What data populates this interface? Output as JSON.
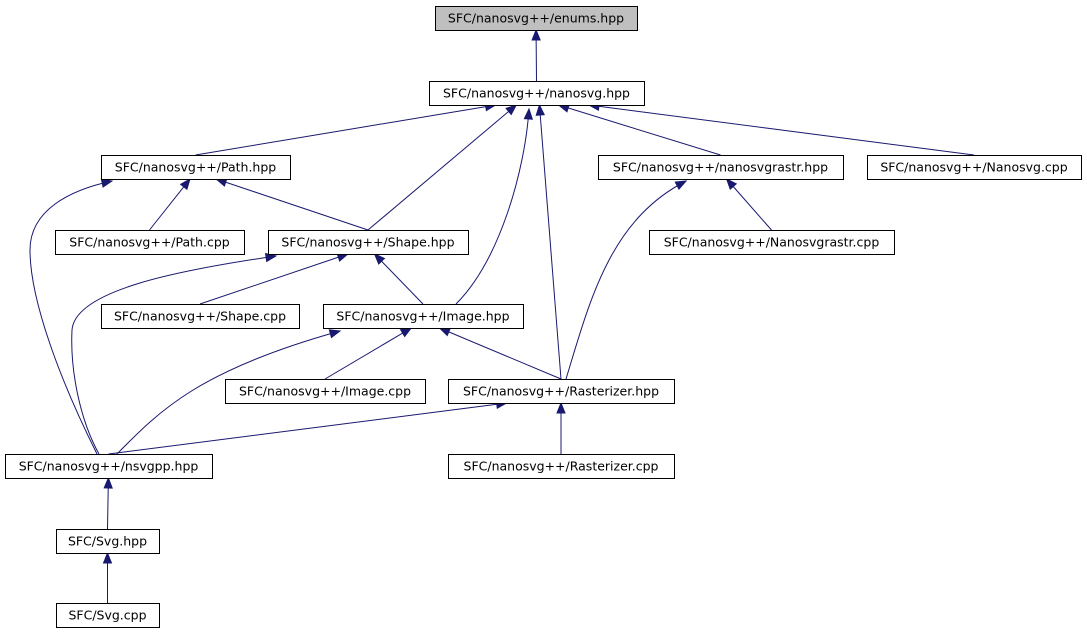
{
  "title": "",
  "nodes": [
    {
      "id": "enums",
      "label": "SFC/nanosvg++/enums.hpp",
      "highlight": true
    },
    {
      "id": "nanosvg_hpp",
      "label": "SFC/nanosvg++/nanosvg.hpp"
    },
    {
      "id": "path_hpp",
      "label": "SFC/nanosvg++/Path.hpp"
    },
    {
      "id": "nanosvgrastr_hpp",
      "label": "SFC/nanosvg++/nanosvgrastr.hpp"
    },
    {
      "id": "nanosvg_cpp",
      "label": "SFC/nanosvg++/Nanosvg.cpp"
    },
    {
      "id": "path_cpp",
      "label": "SFC/nanosvg++/Path.cpp"
    },
    {
      "id": "shape_hpp",
      "label": "SFC/nanosvg++/Shape.hpp"
    },
    {
      "id": "nanosvgrastr_cpp",
      "label": "SFC/nanosvg++/Nanosvgrastr.cpp"
    },
    {
      "id": "shape_cpp",
      "label": "SFC/nanosvg++/Shape.cpp"
    },
    {
      "id": "image_hpp",
      "label": "SFC/nanosvg++/Image.hpp"
    },
    {
      "id": "image_cpp",
      "label": "SFC/nanosvg++/Image.cpp"
    },
    {
      "id": "rasterizer_hpp",
      "label": "SFC/nanosvg++/Rasterizer.hpp"
    },
    {
      "id": "nsvgpp_hpp",
      "label": "SFC/nanosvg++/nsvgpp.hpp"
    },
    {
      "id": "rasterizer_cpp",
      "label": "SFC/nanosvg++/Rasterizer.cpp"
    },
    {
      "id": "svg_hpp",
      "label": "SFC/Svg.hpp"
    },
    {
      "id": "svg_cpp",
      "label": "SFC/Svg.cpp"
    }
  ],
  "edges": [
    {
      "from": "nanosvg_hpp",
      "to": "enums"
    },
    {
      "from": "path_hpp",
      "to": "nanosvg_hpp"
    },
    {
      "from": "shape_hpp",
      "to": "nanosvg_hpp"
    },
    {
      "from": "image_hpp",
      "to": "nanosvg_hpp"
    },
    {
      "from": "rasterizer_hpp",
      "to": "nanosvg_hpp"
    },
    {
      "from": "nanosvgrastr_hpp",
      "to": "nanosvg_hpp"
    },
    {
      "from": "nanosvg_cpp",
      "to": "nanosvg_hpp"
    },
    {
      "from": "path_cpp",
      "to": "path_hpp"
    },
    {
      "from": "shape_hpp",
      "to": "path_hpp"
    },
    {
      "from": "nsvgpp_hpp",
      "to": "path_hpp"
    },
    {
      "from": "rasterizer_hpp",
      "to": "nanosvgrastr_hpp"
    },
    {
      "from": "nanosvgrastr_cpp",
      "to": "nanosvgrastr_hpp"
    },
    {
      "from": "shape_cpp",
      "to": "shape_hpp"
    },
    {
      "from": "image_hpp",
      "to": "shape_hpp"
    },
    {
      "from": "nsvgpp_hpp",
      "to": "shape_hpp"
    },
    {
      "from": "image_cpp",
      "to": "image_hpp"
    },
    {
      "from": "rasterizer_hpp",
      "to": "image_hpp"
    },
    {
      "from": "nsvgpp_hpp",
      "to": "image_hpp"
    },
    {
      "from": "nsvgpp_hpp",
      "to": "rasterizer_hpp"
    },
    {
      "from": "rasterizer_cpp",
      "to": "rasterizer_hpp"
    },
    {
      "from": "svg_hpp",
      "to": "nsvgpp_hpp"
    },
    {
      "from": "svg_cpp",
      "to": "svg_hpp"
    }
  ],
  "colors": {
    "edge": "#191970",
    "highlight_fill": "#bfbfbf",
    "node_fill": "#ffffff",
    "node_border": "#000000"
  }
}
